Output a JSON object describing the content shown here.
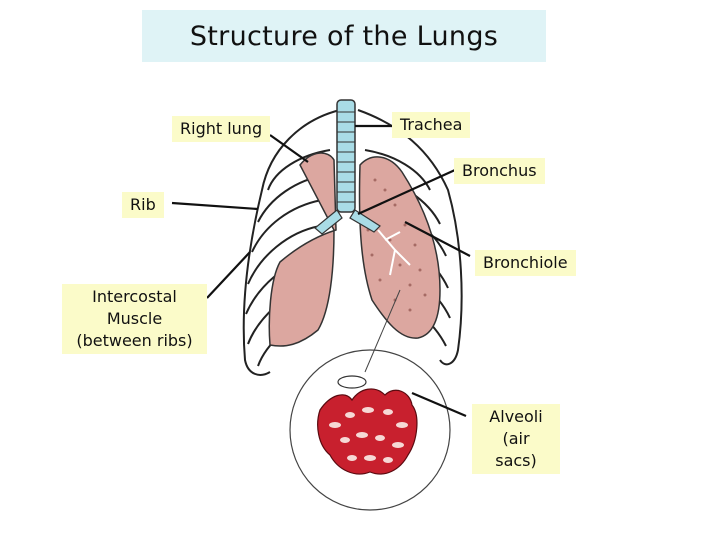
{
  "title": "Structure of the Lungs",
  "labels": {
    "right_lung": "Right lung",
    "trachea": "Trachea",
    "bronchus": "Bronchus",
    "rib": "Rib",
    "bronchiole": "Bronchiole",
    "intercostal_1": "Intercostal",
    "intercostal_2": "Muscle",
    "intercostal_3": "(between ribs)",
    "alveoli_1": "Alveoli",
    "alveoli_2": "(air sacs)"
  },
  "colors": {
    "title_bg": "#dff3f6",
    "label_bg": "#fbfbc9",
    "lung_fill": "#dca7a0",
    "trachea_fill": "#a9dce6",
    "alveoli_fill": "#c8202e"
  }
}
